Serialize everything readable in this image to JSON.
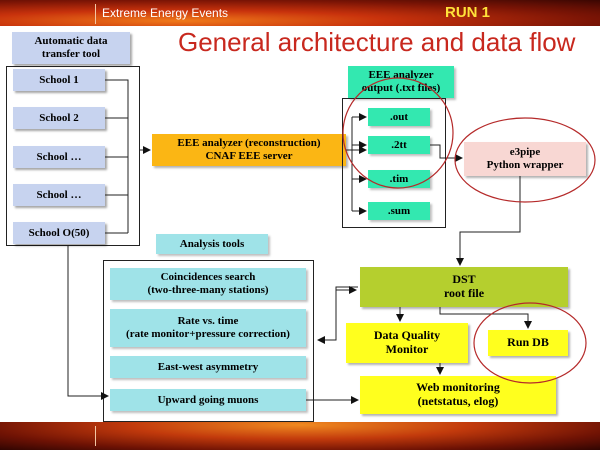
{
  "header": {
    "left_text": "Extreme Energy Events",
    "right_text": "RUN 1"
  },
  "title": "General architecture and data flow",
  "transfer_tool": {
    "label": "Automatic data\ntransfer tool"
  },
  "schools": [
    "School 1",
    "School 2",
    "School …",
    "School …",
    "School  O(50)"
  ],
  "analyzer": {
    "label": "EEE analyzer (reconstruction)\nCNAF EEE server"
  },
  "analyzer_output": {
    "label": "EEE analyzer\noutput (.txt files)",
    "files": [
      ".out",
      ".2tt",
      ".tim",
      ".sum"
    ]
  },
  "e3pipe": {
    "label": "e3pipe\nPython wrapper"
  },
  "analysis_tools": {
    "label": "Analysis tools",
    "items": [
      "Coincidences search\n(two-three-many stations)",
      "Rate vs. time\n(rate monitor+pressure correction)",
      "East-west asymmetry",
      "Upward going muons"
    ]
  },
  "dst": {
    "label": "DST\nroot file"
  },
  "dqm": {
    "label": "Data Quality\nMonitor"
  },
  "rundb": {
    "label": "Run DB"
  },
  "web": {
    "label": "Web monitoring\n(netstatus, elog)"
  },
  "colors": {
    "title": "#c8281e",
    "run_label": "#ffe23a",
    "school_box": "#c7d3ef",
    "analysis_box": "#9fe3e8",
    "output_box": "#33e8b0",
    "analyzer_box": "#fbb614",
    "e3pipe_box": "#f8d7d3",
    "dst_box": "#b5cf2e",
    "monitor_box": "#ffff1e",
    "highlight_ellipse": "#b52a2a"
  }
}
